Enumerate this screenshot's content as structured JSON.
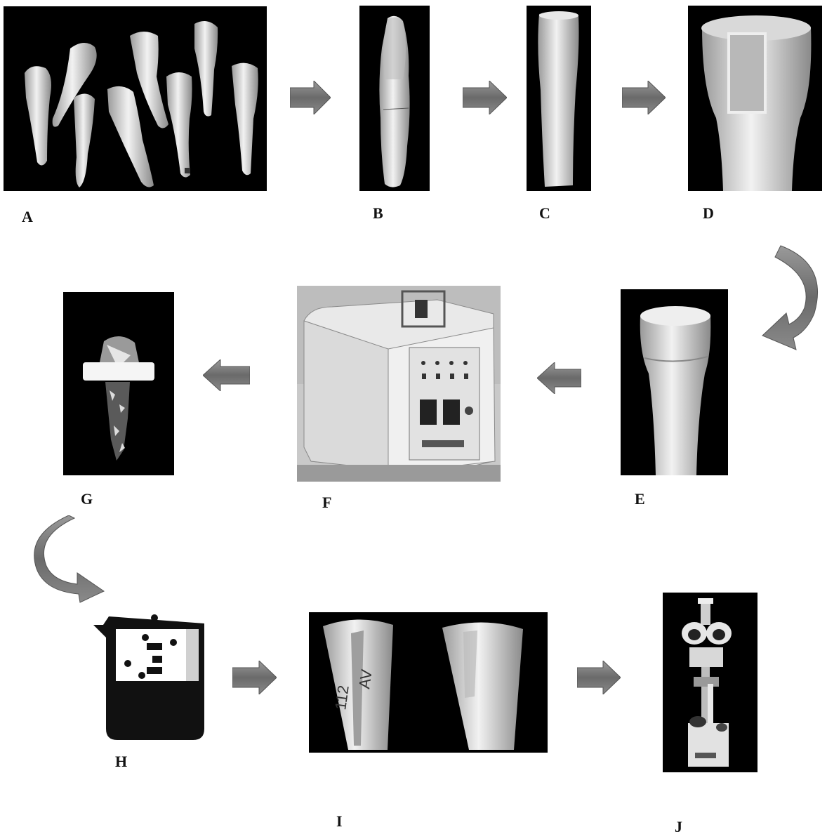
{
  "steps": [
    {
      "id": "A"
    },
    {
      "id": "B"
    },
    {
      "id": "C"
    },
    {
      "id": "D"
    },
    {
      "id": "E"
    },
    {
      "id": "F"
    },
    {
      "id": "G"
    },
    {
      "id": "H"
    },
    {
      "id": "I"
    },
    {
      "id": "J"
    }
  ],
  "specimen_i_marks": {
    "left_a": "112",
    "left_b": "AV"
  },
  "colors": {
    "panel_bg": "#000000",
    "arrow": "#7a7a7a",
    "beaker_liquid": "#111111"
  }
}
